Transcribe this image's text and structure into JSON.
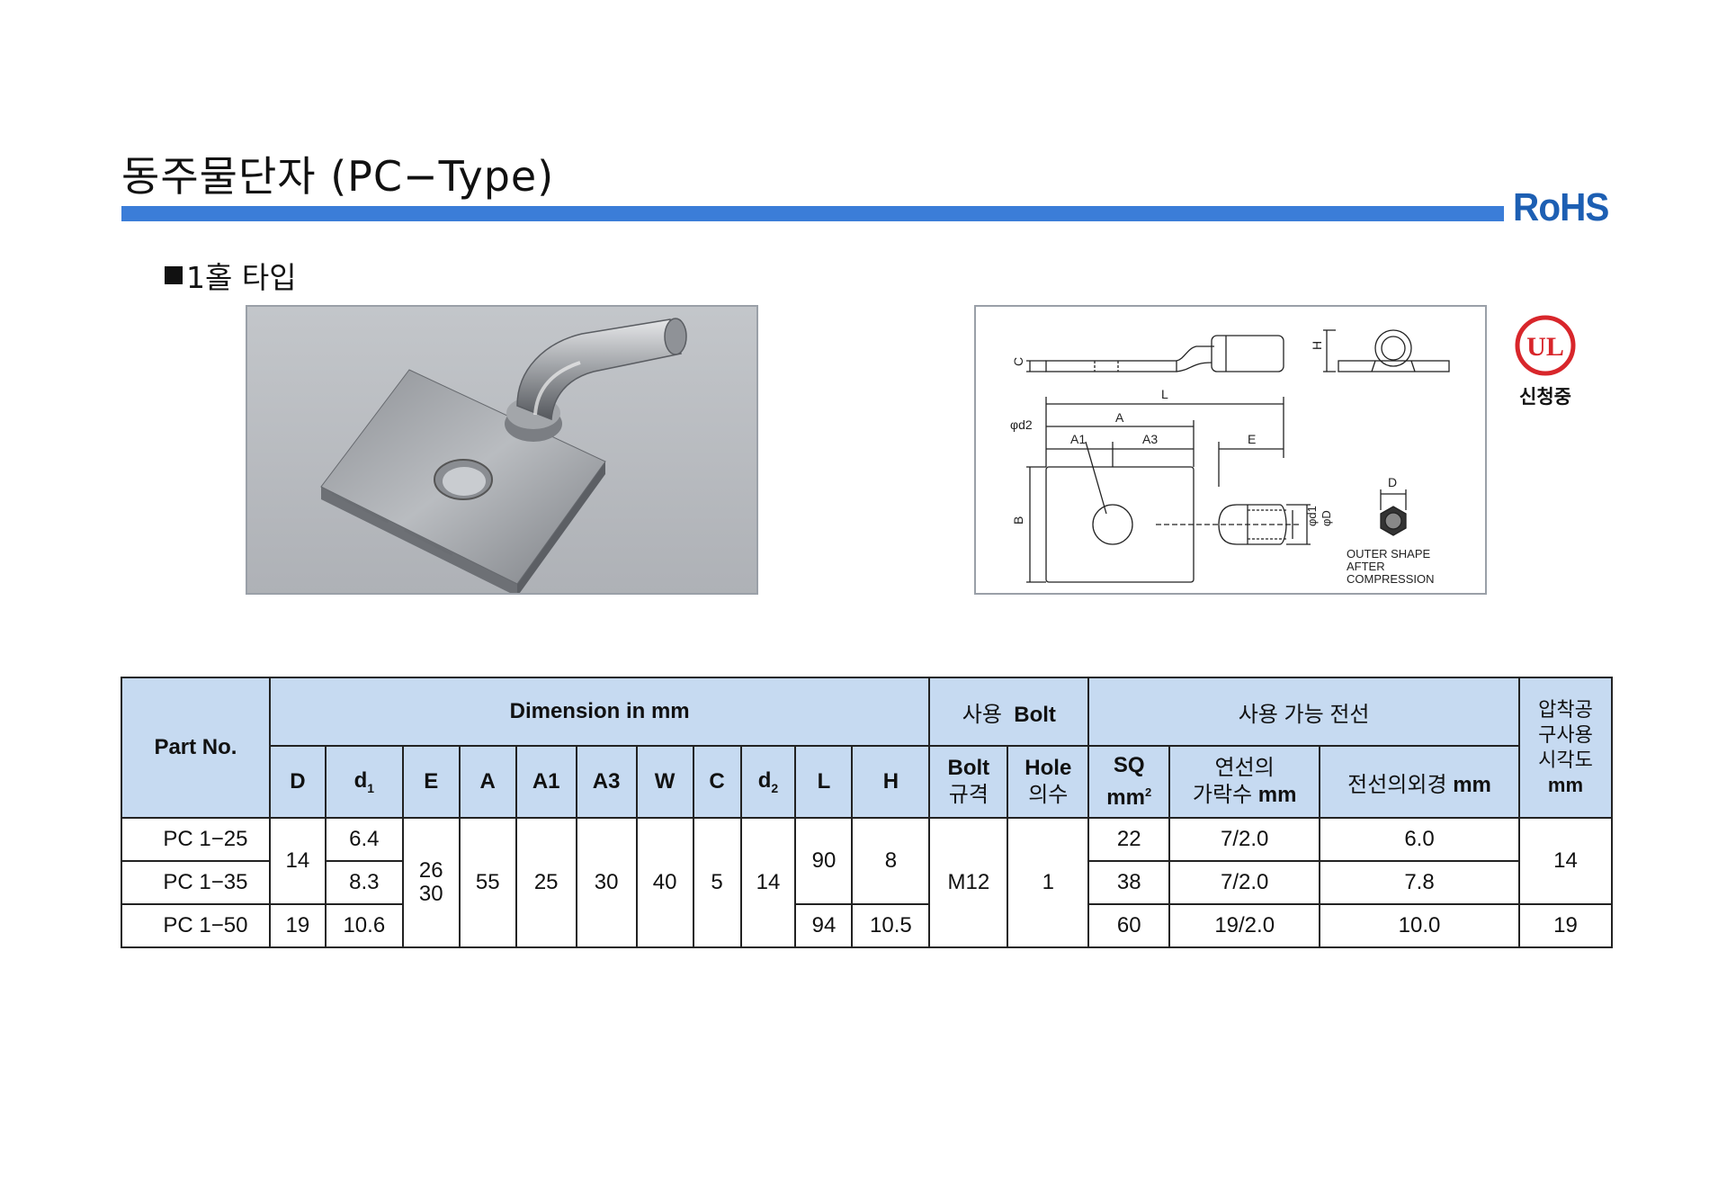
{
  "header": {
    "title": "동주물단자 (PC−Type)",
    "badge": "RoHS"
  },
  "section": {
    "heading": "1홀 타입"
  },
  "drawing": {
    "labels": {
      "C": "C",
      "H": "H",
      "L": "L",
      "A": "A",
      "phi_d2": "φd2",
      "A1": "A1",
      "A3": "A3",
      "E": "E",
      "B": "B",
      "phi_d1": "φd1",
      "phi_D": "φD",
      "D": "D",
      "outer_1": "OUTER SHAPE",
      "outer_2": "AFTER",
      "outer_3": "COMPRESSION"
    }
  },
  "certification": {
    "ul_text": "UL",
    "status": "신청중"
  },
  "colors": {
    "title_bar": "#3b7dd8",
    "rohs": "#1d5fb3",
    "table_header": "#c6daf1",
    "ul_red": "#d8262b"
  },
  "table": {
    "part_no": "Part No.",
    "dimension": "Dimension in mm",
    "bolt_group": "Bolt",
    "bolt_group_kr": "사용",
    "wire_group": "사용 가능 전선",
    "tool_1": "압착공",
    "tool_2": "구사용",
    "tool_3": "시각도",
    "tool_4": "mm",
    "col_D": "D",
    "col_d1": "d",
    "col_d1_sub": "1",
    "col_E": "E",
    "col_A": "A",
    "col_A1": "A1",
    "col_A3": "A3",
    "col_W": "W",
    "col_C": "C",
    "col_d2": "d",
    "col_d2_sub": "2",
    "col_L": "L",
    "col_H": "H",
    "bolt_1": "Bolt",
    "bolt_2": "규격",
    "hole_1": "Hole",
    "hole_2": "의수",
    "sq_1": "SQ",
    "sq_2": "mm",
    "sq_sup": "2",
    "strand_1": "연선의",
    "strand_2": "가락수",
    "strand_unit": "mm",
    "outer_dia": "전선의외경",
    "outer_unit": "mm",
    "rows": {
      "p1": "PC 1−25",
      "p2": "PC 1−35",
      "p3": "PC 1−50",
      "D12": "14",
      "D3": "19",
      "d1_1": "6.4",
      "d1_2": "8.3",
      "d1_3": "10.6",
      "E_1": "26",
      "E_2": "30",
      "A": "55",
      "A1": "25",
      "A3": "30",
      "W": "40",
      "C": "5",
      "d2": "14",
      "L12": "90",
      "L3": "94",
      "H12": "8",
      "H3": "10.5",
      "bolt": "M12",
      "hole": "1",
      "sq1": "22",
      "sq2": "38",
      "sq3": "60",
      "st1": "7/2.0",
      "st2": "7/2.0",
      "st3": "19/2.0",
      "od1": "6.0",
      "od2": "7.8",
      "od3": "10.0",
      "tool12": "14",
      "tool3": "19"
    }
  }
}
